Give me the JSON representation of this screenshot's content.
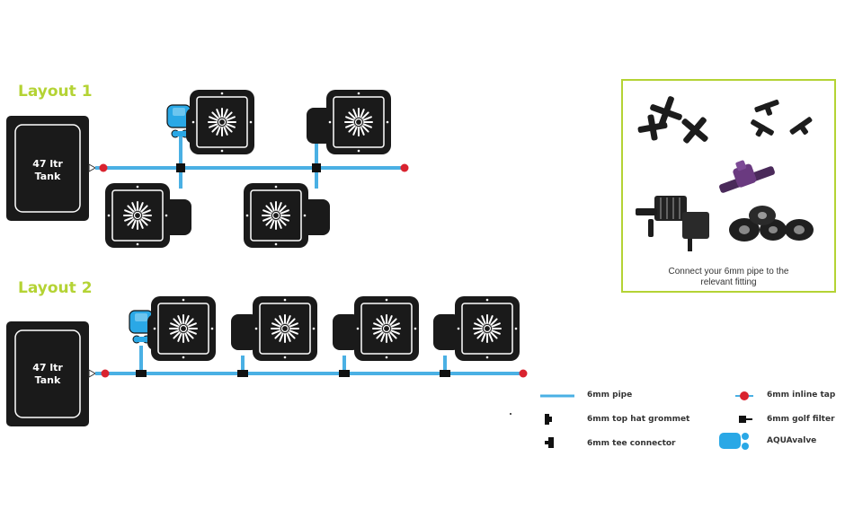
{
  "layout1": {
    "title": "Layout 1",
    "tank_label_line1": "47 ltr",
    "tank_label_line2": "Tank"
  },
  "layout2": {
    "title": "Layout 2",
    "tank_label_line1": "47 ltr",
    "tank_label_line2": "Tank"
  },
  "fittings_panel": {
    "caption_line1": "Connect your 6mm pipe to the",
    "caption_line2": "relevant fitting"
  },
  "legend": {
    "pipe": "6mm pipe",
    "grommet": "6mm top hat grommet",
    "tee": "6mm tee connector",
    "inline_tap": "6mm inline tap",
    "golf_filter": "6mm golf filter",
    "aquavalve": "AQUAvalve"
  },
  "colors": {
    "pipe": "#4ab0e4",
    "tap": "#d9232f",
    "accent": "#b4d334",
    "pot": "#1a1a1a"
  }
}
